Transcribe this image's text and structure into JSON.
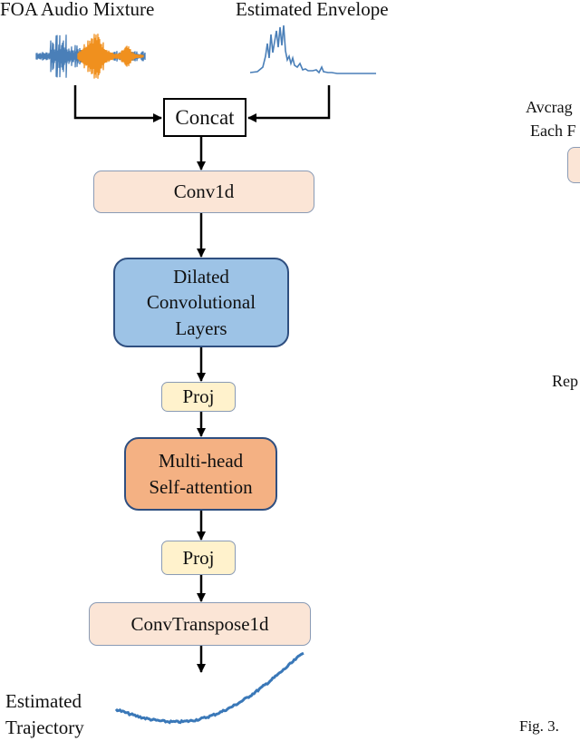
{
  "inputs": {
    "foa_label": "FOA Audio Mixture",
    "envelope_label": "Estimated Envelope"
  },
  "blocks": {
    "concat": "Concat",
    "conv1d": "Conv1d",
    "dilated": "Dilated\nConvolutional\nLayers",
    "proj1": "Proj",
    "mhsa": "Multi-head\nSelf-attention",
    "proj2": "Proj",
    "convtranspose": "ConvTranspose1d"
  },
  "output": {
    "label": "Estimated\nTrajectory"
  },
  "right_fragments": {
    "averag": "Avcrag",
    "each": "Each F",
    "rep": "Rep",
    "fig": "Fig. 3."
  },
  "colors": {
    "waveform_blue": "#4a7fb8",
    "waveform_orange": "#f0901e",
    "envelope_line": "#4a7fb8",
    "trajectory_line": "#3a78b8",
    "peach_block": "#fbe5d6",
    "yellow_block": "#fff2cc",
    "blue_block": "#9dc3e6",
    "orange_block": "#f4b183"
  }
}
